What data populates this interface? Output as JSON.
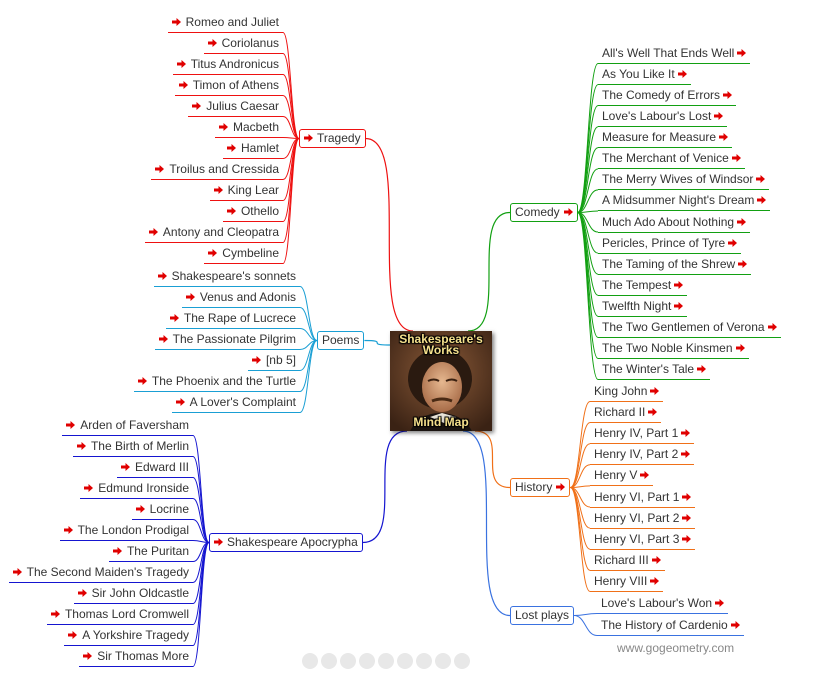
{
  "center": {
    "title_line1": "Shakespeare's",
    "title_line2": "Works",
    "subtitle": "Mind Map"
  },
  "colors": {
    "tragedy": "#ee1111",
    "poems": "#1a9fd4",
    "apocrypha": "#1515d0",
    "comedy": "#12a012",
    "history": "#f07018",
    "lost": "#3a72e0",
    "arrow": "#e00000"
  },
  "branches": {
    "tragedy": {
      "label": "Tragedy",
      "items": [
        "Romeo and Juliet",
        "Coriolanus",
        "Titus Andronicus",
        "Timon of Athens",
        "Julius Caesar",
        "Macbeth",
        "Hamlet",
        "Troilus and Cressida",
        "King Lear",
        "Othello",
        "Antony and Cleopatra",
        "Cymbeline"
      ]
    },
    "poems": {
      "label": "Poems",
      "items": [
        "Shakespeare's sonnets",
        "Venus and Adonis",
        "The Rape of Lucrece",
        "The Passionate Pilgrim",
        "[nb 5]",
        "The Phoenix and the Turtle",
        "A Lover's Complaint"
      ]
    },
    "apocrypha": {
      "label": "Shakespeare Apocrypha",
      "items": [
        "Arden of Faversham",
        "The Birth of Merlin",
        "Edward III",
        "Edmund Ironside",
        "Locrine",
        "The London Prodigal",
        "The Puritan",
        "The Second Maiden's Tragedy",
        "Sir John Oldcastle",
        "Thomas Lord Cromwell",
        "A Yorkshire Tragedy",
        "Sir Thomas More"
      ]
    },
    "comedy": {
      "label": "Comedy",
      "items": [
        "All's Well That Ends Well",
        "As You Like It",
        "The Comedy of Errors",
        "Love's Labour's Lost",
        "Measure for Measure",
        "The Merchant of Venice",
        "The Merry Wives of Windsor",
        "A Midsummer Night's Dream",
        "Much Ado About Nothing",
        "Pericles, Prince of Tyre",
        "The Taming of the Shrew",
        "The Tempest",
        "Twelfth Night",
        "The Two Gentlemen of Verona",
        "The Two Noble Kinsmen",
        "The Winter's Tale"
      ]
    },
    "history": {
      "label": "History",
      "items": [
        "King John",
        "Richard II",
        "Henry IV, Part 1",
        "Henry IV, Part 2",
        "Henry V",
        "Henry VI, Part 1",
        "Henry VI, Part 2",
        "Henry VI, Part 3",
        "Richard III",
        "Henry VIII"
      ]
    },
    "lost": {
      "label": "Lost plays",
      "items": [
        "Love's Labour's Won",
        "The History of Cardenio"
      ]
    }
  },
  "toolbar": {
    "buttons": [
      "back-icon",
      "forward-icon",
      "zoom-in-icon",
      "zoom-out-icon",
      "square-icon",
      "ellipse-icon",
      "circle-icon",
      "info-icon",
      "blank-icon"
    ]
  },
  "footer": {
    "site": "www.gogeometry.com"
  }
}
